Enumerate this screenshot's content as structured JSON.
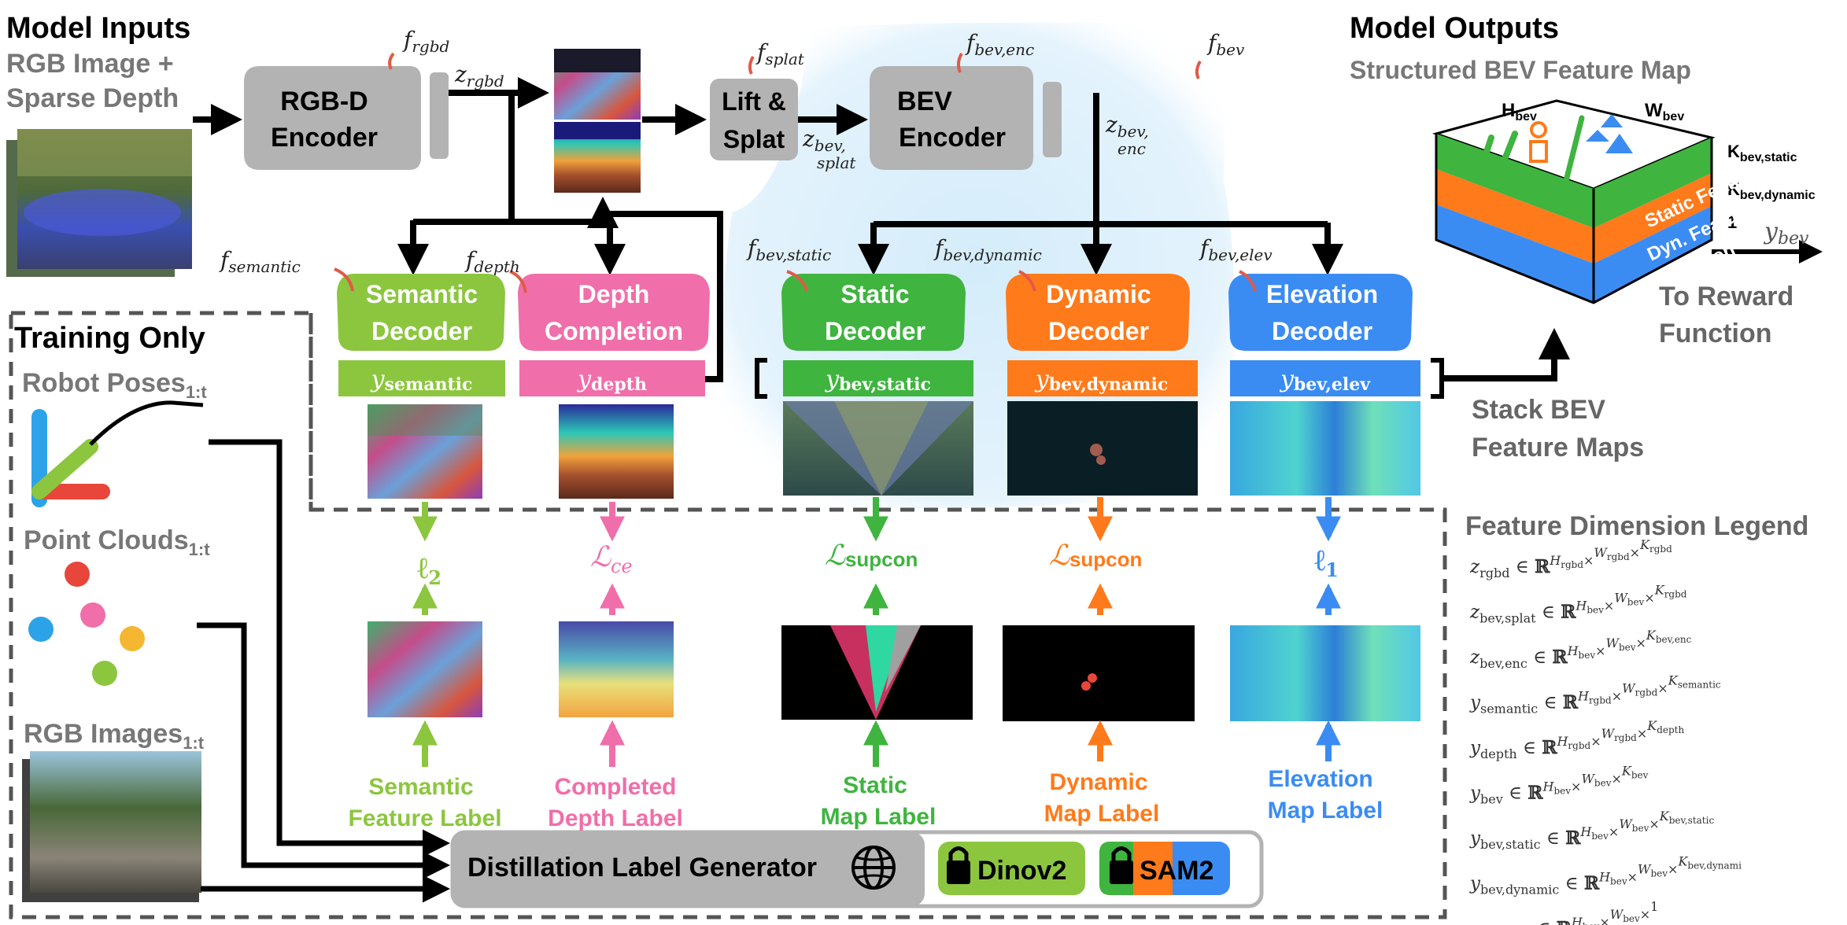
{
  "inputs": {
    "title": "Model Inputs",
    "subtitle_line1": "RGB Image +",
    "subtitle_line2": "Sparse Depth"
  },
  "outputs": {
    "title": "Model Outputs",
    "subtitle": "Structured BEV Feature Map",
    "h_label": "H",
    "h_sub": "bev",
    "w_label": "W",
    "w_sub": "bev",
    "k_static": "K",
    "k_static_sub": "bev,static",
    "k_dynamic": "K",
    "k_dynamic_sub": "bev,dynamic",
    "k_one": "1",
    "layer_static": "Static Features",
    "layer_dynamic": "Dyn. Features",
    "layer_elevation": "Elevation",
    "y_bev": "y",
    "y_bev_sub": "bev",
    "to_reward_line1": "To Reward",
    "to_reward_line2": "Function",
    "stack_line1": "Stack BEV",
    "stack_line2": "Feature Maps"
  },
  "modules": {
    "rgbd_encoder_line1": "RGB-D",
    "rgbd_encoder_line2": "Encoder",
    "lift_splat_line1": "Lift &",
    "lift_splat_line2": "Splat",
    "bev_encoder_line1": "BEV",
    "bev_encoder_line2": "Encoder",
    "semantic_decoder_line1": "Semantic",
    "semantic_decoder_line2": "Decoder",
    "depth_completion_line1": "Depth",
    "depth_completion_line2": "Completion",
    "static_decoder_line1": "Static",
    "static_decoder_line2": "Decoder",
    "dynamic_decoder_line1": "Dynamic",
    "dynamic_decoder_line2": "Decoder",
    "elevation_decoder_line1": "Elevation",
    "elevation_decoder_line2": "Decoder"
  },
  "function_labels": {
    "f_rgbd": "f",
    "f_rgbd_sub": "rgbd",
    "f_splat": "f",
    "f_splat_sub": "splat",
    "f_bev_enc": "f",
    "f_bev_enc_sub": "bev,enc",
    "f_bev": "f",
    "f_bev_sub": "bev",
    "f_semantic": "f",
    "f_semantic_sub": "semantic",
    "f_depth": "f",
    "f_depth_sub": "depth",
    "f_bev_static": "f",
    "f_bev_static_sub": "bev,static",
    "f_bev_dynamic": "f",
    "f_bev_dynamic_sub": "bev,dynamic",
    "f_bev_elev": "f",
    "f_bev_elev_sub": "bev,elev"
  },
  "latents": {
    "z_rgbd": "z",
    "z_rgbd_sub": "rgbd",
    "z_bev_splat": "z",
    "z_bev_splat_sub1": "bev,",
    "z_bev_splat_sub2": "splat",
    "z_bev_enc": "z",
    "z_bev_enc_sub1": "bev,",
    "z_bev_enc_sub2": "enc"
  },
  "outputs_y": {
    "y_semantic": "y",
    "y_semantic_sub": "semantic",
    "y_depth": "y",
    "y_depth_sub": "depth",
    "y_bev_static": "y",
    "y_bev_static_sub": "bev,static",
    "y_bev_dynamic": "y",
    "y_bev_dynamic_sub": "bev,dynamic",
    "y_bev_elev": "y",
    "y_bev_elev_sub": "bev,elev"
  },
  "training": {
    "title": "Training Only",
    "robot_poses": "Robot Poses",
    "robot_poses_sub": "1:t",
    "point_clouds": "Point Clouds",
    "point_clouds_sub": "1:t",
    "rgb_images": "RGB Images",
    "rgb_images_sub": "1:t"
  },
  "losses": {
    "l2": "ℓ",
    "l2_sub": "2",
    "lce": "ℒ",
    "lce_sub": "ce",
    "supcon_static": "ℒ",
    "supcon_static_sub": "supcon",
    "supcon_dynamic": "ℒ",
    "supcon_dynamic_sub": "supcon",
    "l1": "ℓ",
    "l1_sub": "1"
  },
  "labels": {
    "semantic_line1": "Semantic",
    "semantic_line2": "Feature Label",
    "depth_line1": "Completed",
    "depth_line2": "Depth Label",
    "static_line1": "Static",
    "static_line2": "Map Label",
    "dynamic_line1": "Dynamic",
    "dynamic_line2": "Map Label",
    "elevation_line1": "Elevation",
    "elevation_line2": "Map Label"
  },
  "generator": {
    "label": "Distillation Label Generator",
    "globe_icon": "globe-icon",
    "lock_icon": "lock-icon",
    "dinov2": "Dinov2",
    "sam2": "SAM2"
  },
  "legend": {
    "title": "Feature Dimension Legend",
    "rows": [
      {
        "sym": "z",
        "sub": "rgbd",
        "dims": [
          [
            "H",
            "rgbd"
          ],
          [
            "W",
            "rgbd"
          ],
          [
            "K",
            "rgbd"
          ]
        ]
      },
      {
        "sym": "z",
        "sub": "bev,splat",
        "dims": [
          [
            "H",
            "bev"
          ],
          [
            "W",
            "bev"
          ],
          [
            "K",
            "rgbd"
          ]
        ]
      },
      {
        "sym": "z",
        "sub": "bev,enc",
        "dims": [
          [
            "H",
            "bev"
          ],
          [
            "W",
            "bev"
          ],
          [
            "K",
            "bev,enc"
          ]
        ]
      },
      {
        "sym": "y",
        "sub": "semantic",
        "dims": [
          [
            "H",
            "rgbd"
          ],
          [
            "W",
            "rgbd"
          ],
          [
            "K",
            "semantic"
          ]
        ]
      },
      {
        "sym": "y",
        "sub": "depth",
        "dims": [
          [
            "H",
            "rgbd"
          ],
          [
            "W",
            "rgbd"
          ],
          [
            "K",
            "depth"
          ]
        ]
      },
      {
        "sym": "y",
        "sub": "bev",
        "dims": [
          [
            "H",
            "bev"
          ],
          [
            "W",
            "bev"
          ],
          [
            "K",
            "bev"
          ]
        ]
      },
      {
        "sym": "y",
        "sub": "bev,static",
        "dims": [
          [
            "H",
            "bev"
          ],
          [
            "W",
            "bev"
          ],
          [
            "K",
            "bev,static"
          ]
        ]
      },
      {
        "sym": "y",
        "sub": "bev,dynamic",
        "dims": [
          [
            "H",
            "bev"
          ],
          [
            "W",
            "bev"
          ],
          [
            "K",
            "bev,dynami"
          ]
        ]
      },
      {
        "sym": "y",
        "sub": "bev,elev",
        "dims": [
          [
            "H",
            "bev"
          ],
          [
            "W",
            "bev"
          ],
          [
            "1",
            ""
          ]
        ]
      }
    ],
    "in_symbol": "∈",
    "reals": "ℝ",
    "times": "×"
  },
  "colors": {
    "green": "#3fb43f",
    "light_green": "#8cc63f",
    "pink": "#f06ea9",
    "orange": "#ff7a1a",
    "blue": "#3b8cf2",
    "gray_module": "#b3b3b3",
    "bev_glow": "#dff1fb",
    "accent_red": "#e05a4a"
  }
}
